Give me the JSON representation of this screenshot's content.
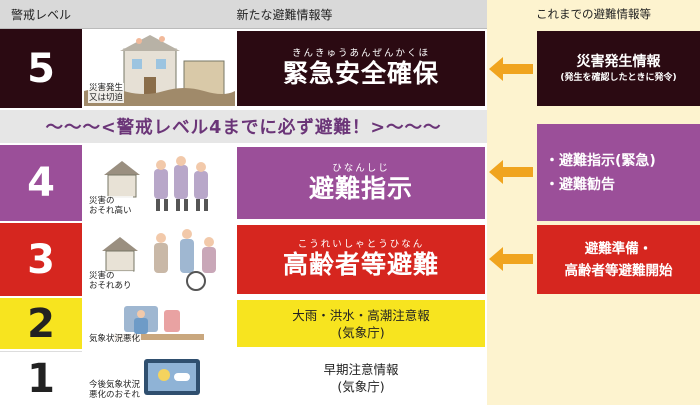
{
  "header": {
    "level_label": "警戒レベル",
    "new_info_label": "新たな避難情報等",
    "old_info_label": "これまでの避難情報等"
  },
  "banner": {
    "text": "〜〜〜<警戒レベル4までに必ず避難！>〜〜〜"
  },
  "rows": [
    {
      "level": "5",
      "pic_label": "災害発生\n又は切迫",
      "ruby": "きんきゅうあんぜんかくほ",
      "action": "緊急安全確保",
      "old_title": "災害発生情報",
      "old_note": "(発生を確認したときに発令)"
    },
    {
      "level": "4",
      "pic_label": "災害の\nおそれ高い",
      "ruby": "ひなんしじ",
      "action": "避難指示",
      "old_items": [
        "・避難指示(緊急)",
        "・避難勧告"
      ]
    },
    {
      "level": "3",
      "pic_label": "災害の\nおそれあり",
      "ruby": "こうれいしゃとうひなん",
      "action": "高齢者等避難",
      "old_lines": [
        "避難準備・",
        "高齢者等避難開始"
      ]
    },
    {
      "level": "2",
      "pic_label": "気象状況悪化",
      "action_lines": [
        "大雨・洪水・高潮注意報",
        "(気象庁)"
      ]
    },
    {
      "level": "1",
      "pic_label": "今後気象状況\n悪化のおそれ",
      "action_lines": [
        "早期注意情報",
        "(気象庁)"
      ]
    }
  ],
  "colors": {
    "level5": "#2b0a12",
    "level4": "#9b4f99",
    "level3": "#d6261f",
    "level2": "#f7e41f",
    "level1": "#ffffff",
    "arrow": "#f0a41f",
    "header_gray": "#d9d9d9",
    "pale_yellow": "#fdf3cf"
  }
}
